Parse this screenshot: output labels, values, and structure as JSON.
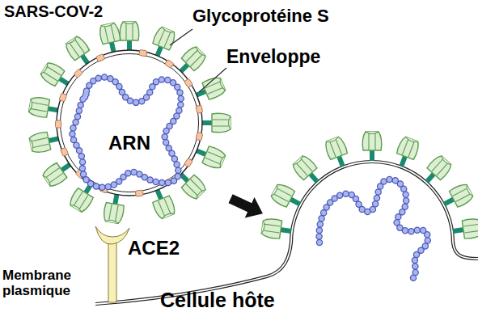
{
  "diagram": {
    "labels": [
      "SARS-COV-2",
      "Glycoprotéine S",
      "Enveloppe",
      "ARN",
      "ACE2",
      "Membrane plasmique",
      "Cellule hôte"
    ]
  }
}
